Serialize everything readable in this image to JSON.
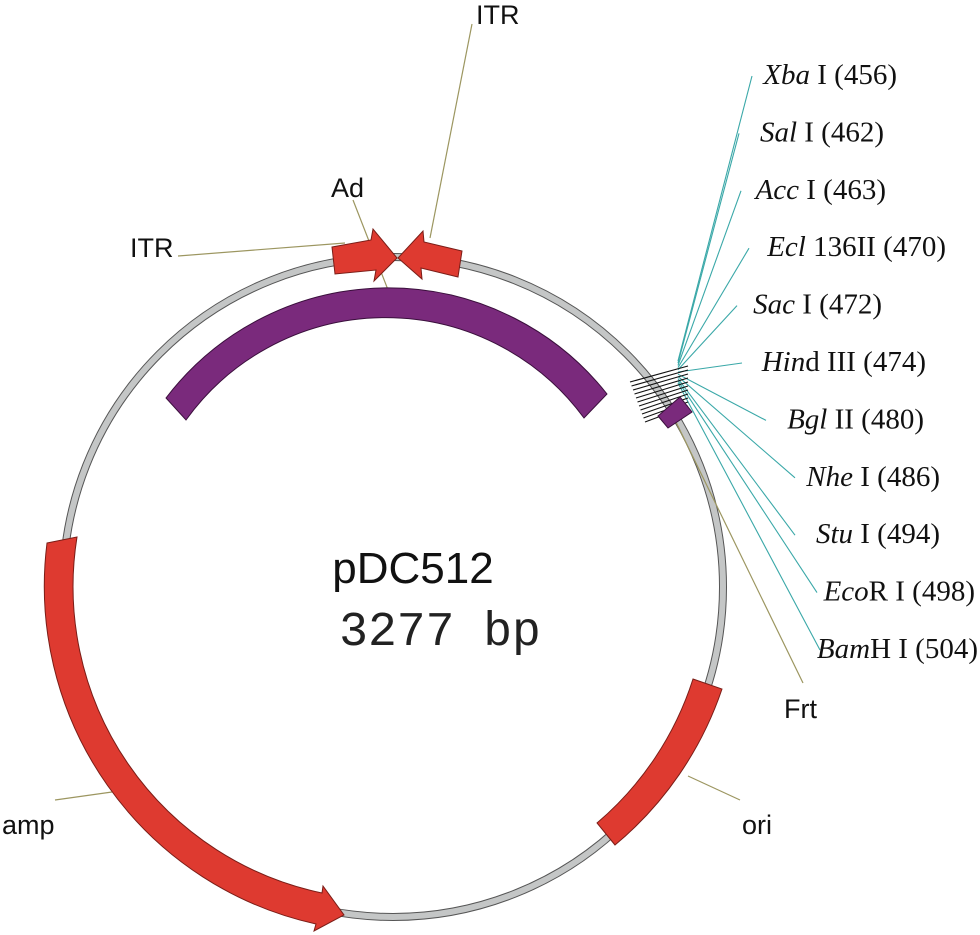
{
  "plasmid": {
    "name": "pDC512",
    "size_label": "3277 bp"
  },
  "features": {
    "itr_left": "ITR",
    "itr_top": "ITR",
    "ad": "Ad",
    "amp": "amp",
    "ori": "ori",
    "frt": "Frt"
  },
  "restriction_sites": [
    {
      "italic": "Xba",
      "rest": " I (456)"
    },
    {
      "italic": "Sal",
      "rest": " I (462)"
    },
    {
      "italic": "Acc",
      "rest": " I (463)"
    },
    {
      "italic": "Ecl",
      "rest": " 136II (470)"
    },
    {
      "italic": "Sac",
      "rest": " I (472)"
    },
    {
      "italic": "Hin",
      "rest": "d III (474)"
    },
    {
      "italic": "Bgl",
      "rest": " II (480)"
    },
    {
      "italic": "Nhe",
      "rest": " I (486)"
    },
    {
      "italic": "Stu",
      "rest": " I (494)"
    },
    {
      "italic": "Eco",
      "rest": "R I (498)"
    },
    {
      "italic": "Bam",
      "rest": "H I (504)"
    }
  ],
  "colors": {
    "backbone": "#c4c6c6",
    "feature_red": "#de3a30",
    "ad_region": "#7a2a7c",
    "leader_feature": "#9c9660",
    "leader_site": "#3aa8a8"
  }
}
